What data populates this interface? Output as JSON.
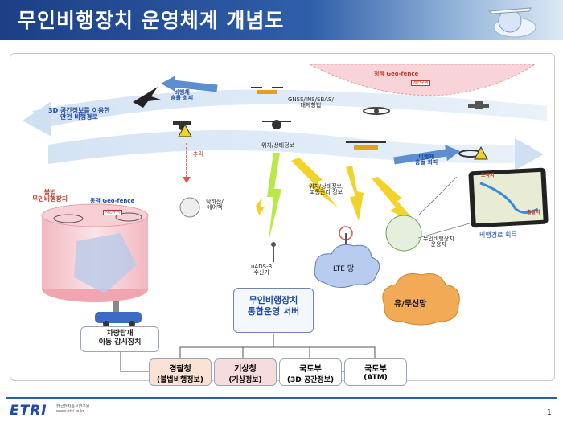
{
  "header": {
    "title": "무인비행장치 운영체계 개념도"
  },
  "labels": {
    "static_geofence": "정적 Geo-fence",
    "static_badge": "제한구역",
    "route_3d": "3D 공간정보를 이용한\n안전 비행경로",
    "collision_left": "비행체\n충돌 회피",
    "gnss": "GNSS/INS/SBAS/\n대체항법",
    "position_status": "위치/상태정보",
    "collision_right": "비행체\n충돌 회피",
    "crash": "추락",
    "parachute": "낙하산/\n에어백",
    "illegal_uav": "불법\n무인비행장치",
    "dynamic_geofence": "동적 Geo-fence",
    "dynamic_badge": "제한구역",
    "position_traffic": "위치/상태정보,\n교통관리 정보",
    "lte": "LTE 망",
    "wired": "유/무선망",
    "uads": "uADS-B\n수신기",
    "operator": "무인비행장치\n운용자",
    "path_acquire": "비행경로 획득",
    "map_start": "도착지",
    "map_end": "출발지",
    "server": "무인비행장치\n통합운영 서버",
    "vehicle_monitor": "차량탑재\n이동 감시장치"
  },
  "agencies": [
    {
      "name": "경찰청",
      "sub": "(불법비행정보)"
    },
    {
      "name": "기상청",
      "sub": "(기상정보)"
    },
    {
      "name": "국토부",
      "sub": "(3D 공간정보)"
    },
    {
      "name": "국토부",
      "sub": "(ATM)"
    }
  ],
  "footer": {
    "logo": "ETRI",
    "org": "한국전자통신연구원",
    "url": "www.etri.re.kr",
    "page": "1"
  },
  "colors": {
    "header": "#1c3f86",
    "accent_blue": "#1f4aa5",
    "accent_red": "#c0392b"
  }
}
